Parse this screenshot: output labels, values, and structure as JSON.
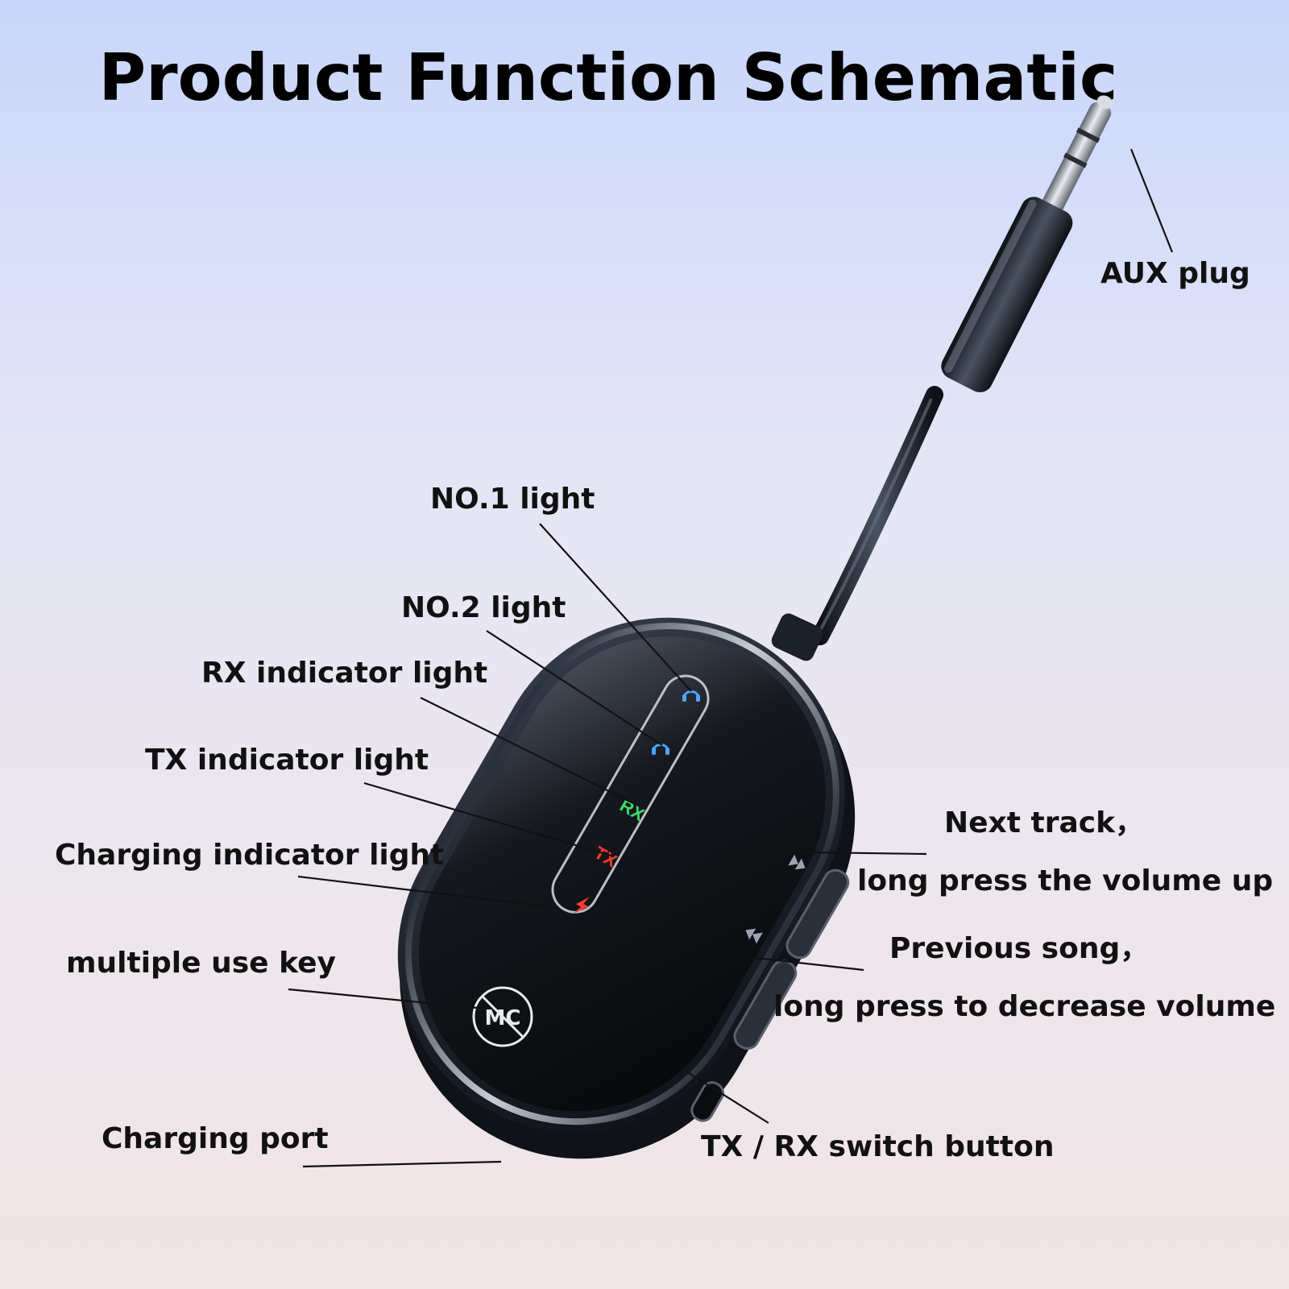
{
  "title": "Product Function Schematic",
  "callouts": {
    "aux_plug": "AUX plug",
    "no1_light": "NO.1 light",
    "no2_light": "NO.2 light",
    "rx_light": "RX indicator light",
    "tx_light": "TX indicator light",
    "charging_light": "Charging indicator light",
    "multi_key": "multiple use key",
    "charging_port": "Charging port",
    "next_track_line1": "Next track，",
    "next_track_line2": "long press the volume up",
    "prev_song_line1": "Previous song，",
    "prev_song_line2": "long press to decrease volume",
    "switch_button": "TX / RX switch button"
  },
  "device": {
    "rx_mark": "RX",
    "tx_mark": "TX",
    "logo_letters": "MC"
  },
  "colors": {
    "rx_green": "#3fdc6a",
    "tx_red": "#ff3b30",
    "headphone_blue": "#4aa8ff",
    "body_dark": "#1b1f27"
  },
  "icons": [
    "headphone-icon",
    "headphone-icon",
    "charging-bolt-icon",
    "next-track-icon",
    "previous-track-icon",
    "logo-icon"
  ]
}
